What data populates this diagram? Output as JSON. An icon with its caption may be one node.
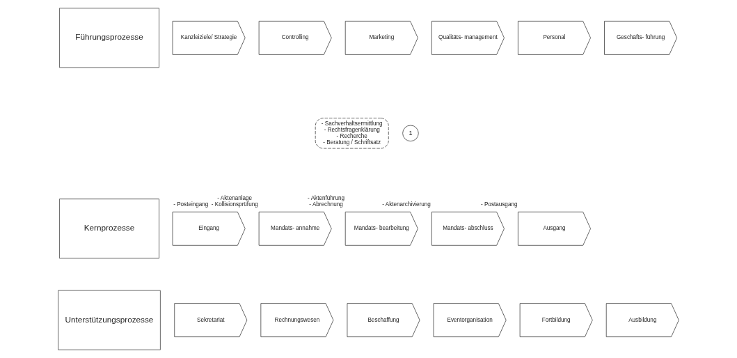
{
  "diagram": {
    "nodes": [
      {
        "text": [
          "Führungsprozesse"
        ]
      },
      {
        "text": [
          "Kanzleiziele/ Strategie"
        ]
      },
      {
        "text": [
          "Controlling"
        ]
      },
      {
        "text": [
          "Marketing"
        ]
      },
      {
        "text": [
          "Qualitäts- management"
        ]
      },
      {
        "text": [
          "Personal"
        ]
      },
      {
        "text": [
          "Geschäfts- führung"
        ]
      },
      {
        "text": [
          "Kernprozesse"
        ]
      },
      {
        "text": [
          "Eingang"
        ],
        "beside": [
          "- Posteingang"
        ]
      },
      {
        "text": [
          "Mandats- annahme"
        ],
        "beside": [
          "- Aktenanlage",
          "- Kollisionsprüfung"
        ]
      },
      {
        "text": [
          "- Sachverhaltsermittlung",
          "- Rechtsfragenklärung",
          "- Recherche",
          "- Beratung / Schriftsatz"
        ]
      },
      {
        "text": [
          "1"
        ]
      },
      {
        "text": [
          "Mandats- bearbeitung"
        ],
        "beside": [
          "- Aktenführung",
          "- Abrechnung"
        ]
      },
      {
        "text": [
          "Mandats- abschluss"
        ],
        "beside": [
          "- Aktenarchivierung"
        ]
      },
      {
        "text": [
          "Ausgang"
        ],
        "beside": [
          "- Postausgang"
        ]
      },
      {
        "text": [
          "Unterstützungsprozesse"
        ]
      },
      {
        "text": [
          "Sekretariat"
        ]
      },
      {
        "text": [
          "Rechnungswesen"
        ]
      },
      {
        "text": [
          "Beschaffung"
        ]
      },
      {
        "text": [
          "Eventorganisation"
        ]
      },
      {
        "text": [
          "Fortbildung"
        ]
      },
      {
        "text": [
          "Ausbildung"
        ]
      }
    ],
    "edges": []
  }
}
